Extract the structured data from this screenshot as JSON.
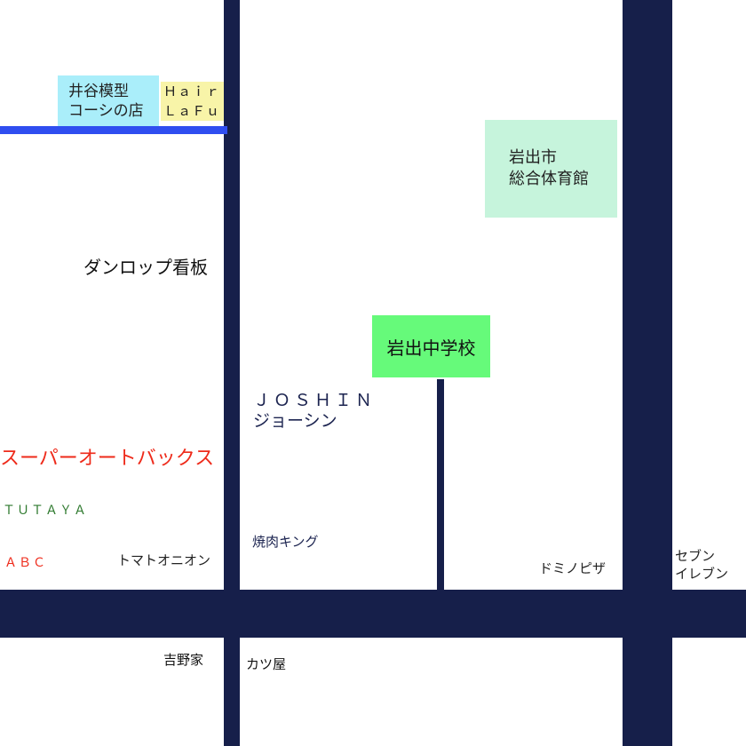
{
  "colors": {
    "road": "#161f4a",
    "rail": "#2f4ef0",
    "cyan": "#aaeefa",
    "yellow": "#f8f4a8",
    "mint": "#c6f4dc",
    "green": "#66fa7a",
    "red": "#ee2a1a",
    "tgreen": "#2f7a2f"
  },
  "places": {
    "imodel_1": "井谷模型",
    "imodel_2": "コーシの店",
    "hair_1": "Ｈａｉｒ",
    "hair_2": "ＬａＦｕ",
    "gym_1": "岩出市",
    "gym_2": "総合体育館",
    "dunlop": "ダンロップ看板",
    "school": "岩出中学校",
    "joshin_1": "ＪＯＳＨＩＮ",
    "joshin_2": "ジョーシン",
    "autobacs": "スーパーオートバックス",
    "tutaya": "ＴＵＴＡＹＡ",
    "abc": "ＡＢＣ",
    "tomato": "トマトオニオン",
    "yakiniku": "焼肉キング",
    "domino": "ドミノピザ",
    "seven_1": "セブン",
    "seven_2": "イレブン",
    "yoshinoya": "吉野家",
    "katsuya": "カツ屋"
  }
}
